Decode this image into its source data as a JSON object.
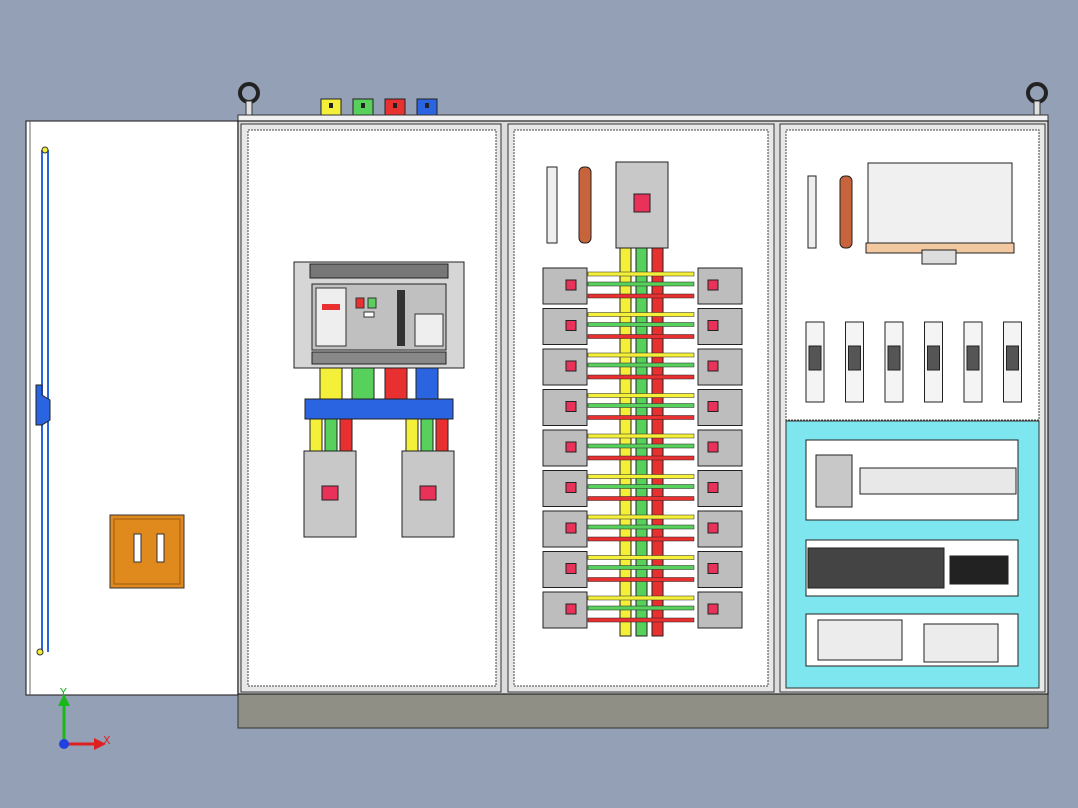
{
  "scene": {
    "colors": {
      "background": "#94a0b6",
      "cabinet": "#ffffff",
      "frame": "#dcdcdc",
      "outline": "#222222",
      "plinth": "#8f8f86",
      "phase_l1": "#f4f03a",
      "phase_l2": "#58d05c",
      "phase_l3": "#e83030",
      "neutral": "#2a64e0",
      "breaker_body": "#9c9c9c",
      "breaker_handle": "#e8325a",
      "copper": "#c8643c",
      "cyan_panel": "#7ee6ee",
      "orange_box": "#e08a1e"
    },
    "phase_markers": [
      "phase_l1",
      "phase_l2",
      "phase_l3",
      "neutral"
    ],
    "breaker_rows": 9
  },
  "triad": {
    "x_label": "X",
    "y_label": "Y",
    "x_color": "#e02020",
    "y_color": "#18b818",
    "origin_color": "#2040e0"
  }
}
